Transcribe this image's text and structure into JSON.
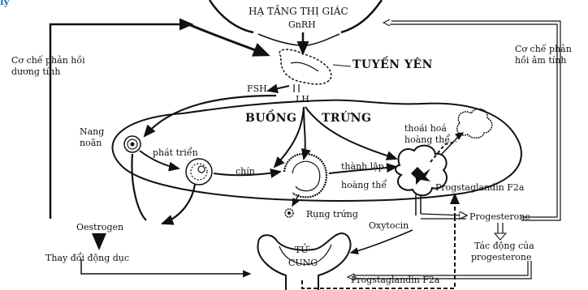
{
  "diagram": {
    "top_fragment": "ly",
    "hypothalamus": "HẠ TẦNG THỊ GIÁC",
    "gnrh": "GnRH",
    "pituitary": "TUYẾN YÊN",
    "fsh": "FSH",
    "lh": "LH",
    "ovary_left": "BUỒNG",
    "ovary_right": "TRỨNG",
    "follicle": [
      "Nang",
      "noãn"
    ],
    "develop": "phát triển",
    "mature": "chín",
    "cl_form": [
      "thành lập",
      "hoàng thể"
    ],
    "cl_regress": [
      "thoái hoá",
      "hoàng thể"
    ],
    "ovulation": "Rụng trứng",
    "pgf_ovary": "Progstaglandin F2a",
    "oxytocin": "Oxytocin",
    "progesterone": "Progesterone",
    "progesterone_effect": [
      "Tác động của",
      "progesterone"
    ],
    "oestrogen": "Oestrogen",
    "heat_change": "Thay đổi động dục",
    "uterus": [
      "TỬ",
      "CUNG"
    ],
    "pgf_uterus": "Progstaglandin F2a",
    "positive_feedback": [
      "Cơ chế phản hồi",
      "dương tính"
    ],
    "negative_feedback": [
      "Cơ chế phản",
      "hồi âm tính"
    ]
  }
}
